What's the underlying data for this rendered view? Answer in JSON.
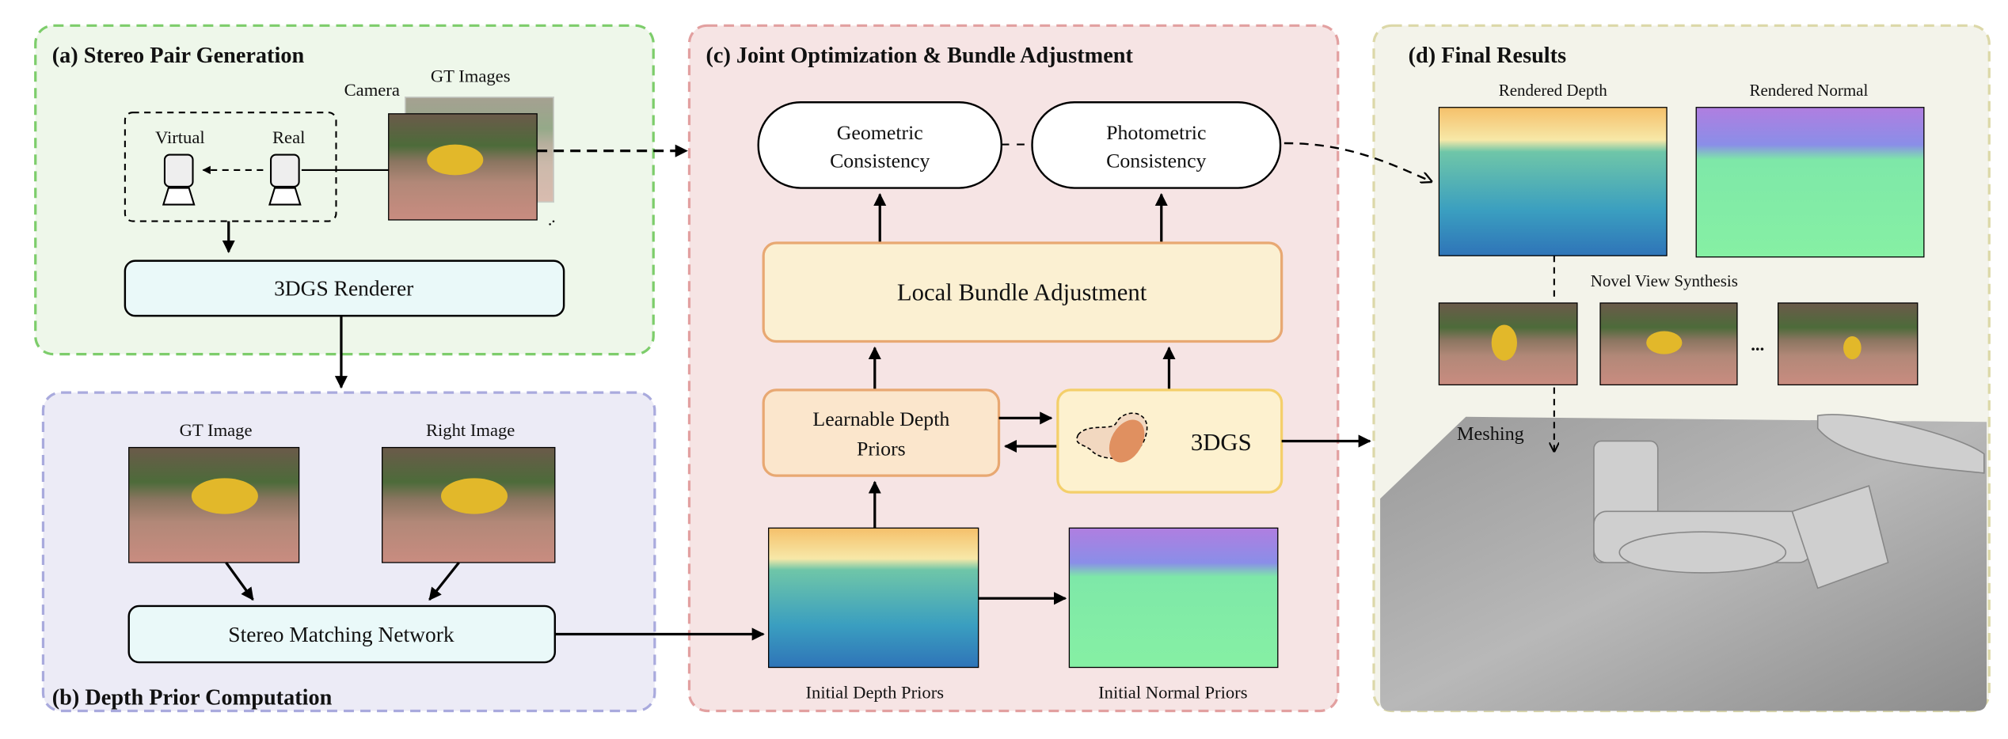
{
  "panels": {
    "a": {
      "title": "(a) Stereo Pair Generation",
      "camera_label": "Camera",
      "virtual_label": "Virtual",
      "real_label": "Real",
      "gt_images_label": "GT Images",
      "renderer": "3DGS Renderer"
    },
    "b": {
      "title": "(b) Depth Prior Computation",
      "gt_image_label": "GT Image",
      "right_image_label": "Right Image",
      "network": "Stereo Matching Network"
    },
    "c": {
      "title": "(c) Joint Optimization & Bundle Adjustment",
      "geometric_1": "Geometric",
      "geometric_2": "Consistency",
      "photometric_1": "Photometric",
      "photometric_2": "Consistency",
      "lba": "Local Bundle Adjustment",
      "ldp_1": "Learnable Depth",
      "ldp_2": "Priors",
      "gs": "3DGS",
      "initial_depth": "Initial Depth Priors",
      "initial_normal": "Initial Normal Priors"
    },
    "d": {
      "title": "(d) Final Results",
      "rendered_depth": "Rendered Depth",
      "rendered_normal": "Rendered Normal",
      "nvs": "Novel View Synthesis",
      "ellipsis": "...",
      "meshing": "Meshing"
    }
  },
  "colors": {
    "panel_a_bg": "#eef7ea",
    "panel_a_border": "#7dcd6b",
    "panel_b_bg": "#ecebf6",
    "panel_b_border": "#a9aadd",
    "panel_c_bg": "#f6e4e4",
    "panel_c_border": "#e2a0a0",
    "panel_d_bg": "#f3f3ea",
    "panel_d_border": "#dcd8a8",
    "renderer_box": "#eaf9f9",
    "lba_box": "#fbf0d2",
    "lba_border": "#e8a872",
    "gs_box": "#fdf1cf",
    "gs_border": "#f4cf6a"
  }
}
